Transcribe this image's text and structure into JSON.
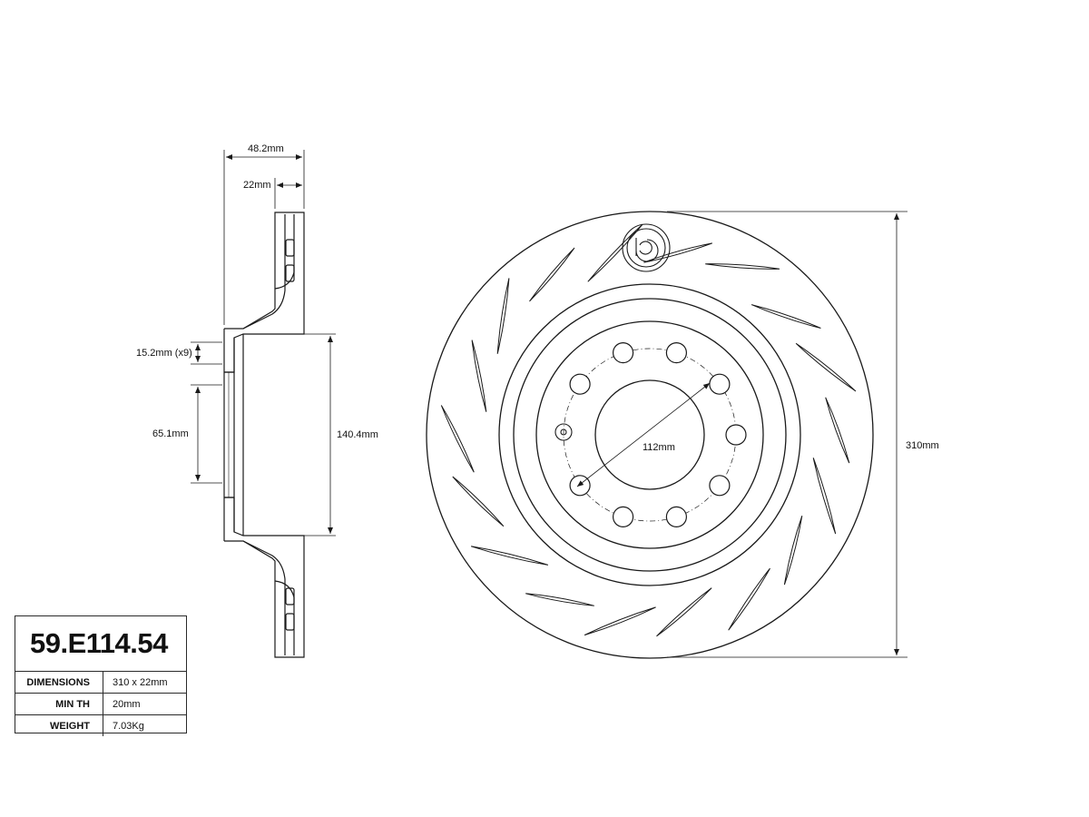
{
  "dimensions": {
    "overall_width": "48.2mm",
    "rotor_thickness": "22mm",
    "bolt_hole": "15.2mm (x9)",
    "center_bore": "65.1mm",
    "hat_diameter": "140.4mm",
    "pcd": "112mm",
    "outer_diameter": "310mm"
  },
  "spec": {
    "part_number": "59.E114.54",
    "rows": [
      {
        "label": "DIMENSIONS",
        "value": "310 x 22mm"
      },
      {
        "label": "MIN TH",
        "value": "20mm"
      },
      {
        "label": "WEIGHT",
        "value": "7.03Kg"
      }
    ]
  },
  "icons": {
    "brand_logo": "brembo-logo-icon"
  },
  "colors": {
    "line": "#1a1a1a",
    "background": "#ffffff"
  }
}
